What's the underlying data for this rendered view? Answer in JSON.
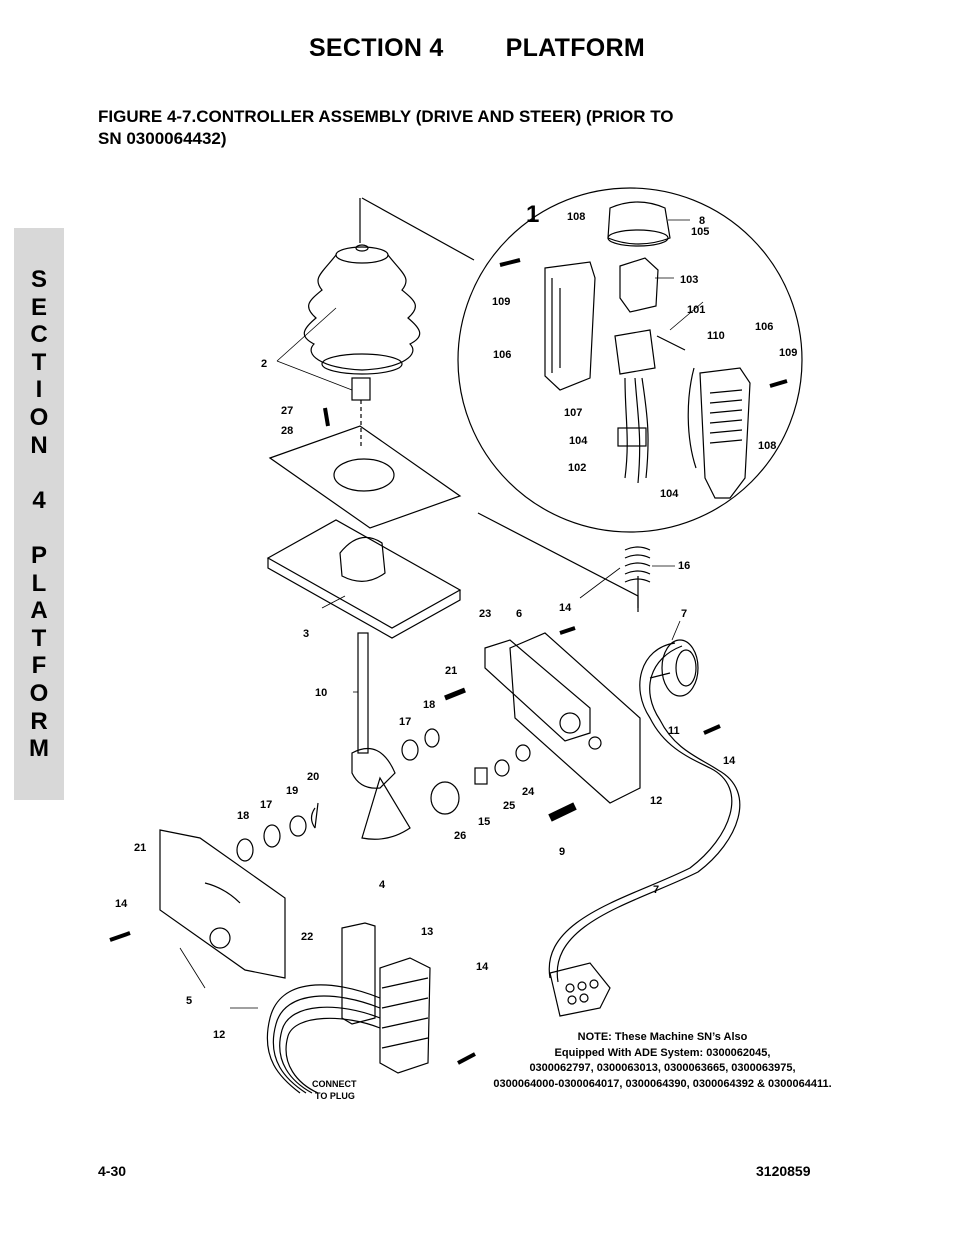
{
  "header": {
    "section": "SECTION 4",
    "title": "PLATFORM"
  },
  "figure": {
    "title_line1": "FIGURE 4-7.CONTROLLER ASSEMBLY (DRIVE AND STEER) (PRIOR TO",
    "title_line2": "SN 0300064432)"
  },
  "side_tab": {
    "chars": [
      "S",
      "E",
      "C",
      "T",
      "I",
      "O",
      "N",
      "",
      "4",
      "",
      "P",
      "L",
      "A",
      "T",
      "F",
      "O",
      "R",
      "M"
    ]
  },
  "detail": {
    "label": "1"
  },
  "callouts": {
    "c108a": "108",
    "c8": "8",
    "c105": "105",
    "c109a": "109",
    "c103": "103",
    "c101": "101",
    "c110": "110",
    "c106a": "106",
    "c106b": "106",
    "c109b": "109",
    "c107": "107",
    "c104a": "104",
    "c108b": "108",
    "c102": "102",
    "c104b": "104",
    "c16": "16",
    "c2": "2",
    "c27": "27",
    "c28": "28",
    "c3": "3",
    "c23": "23",
    "c6": "6",
    "c14a": "14",
    "c7a": "7",
    "c21a": "21",
    "c10": "10",
    "c18a": "18",
    "c17a": "17",
    "c11": "11",
    "c14b": "14",
    "c20": "20",
    "c19": "19",
    "c17b": "17",
    "c18b": "18",
    "c24": "24",
    "c25": "25",
    "c15": "15",
    "c26": "26",
    "c12a": "12",
    "c9": "9",
    "c21b": "21",
    "c7b": "7",
    "c4": "4",
    "c14c": "14",
    "c13": "13",
    "c22": "22",
    "c14d": "14",
    "c5": "5",
    "c12b": "12"
  },
  "connect": {
    "line1": "CONNECT",
    "line2": "TO PLUG"
  },
  "note": {
    "line1": "NOTE:  These Machine SN’s Also",
    "line2": "Equipped With ADE System:  0300062045,",
    "line3": "0300062797, 0300063013, 0300063665, 0300063975,",
    "line4": "0300064000-0300064017, 0300064390, 0300064392 & 0300064411."
  },
  "footer": {
    "page": "4-30",
    "doc": "3120859"
  }
}
